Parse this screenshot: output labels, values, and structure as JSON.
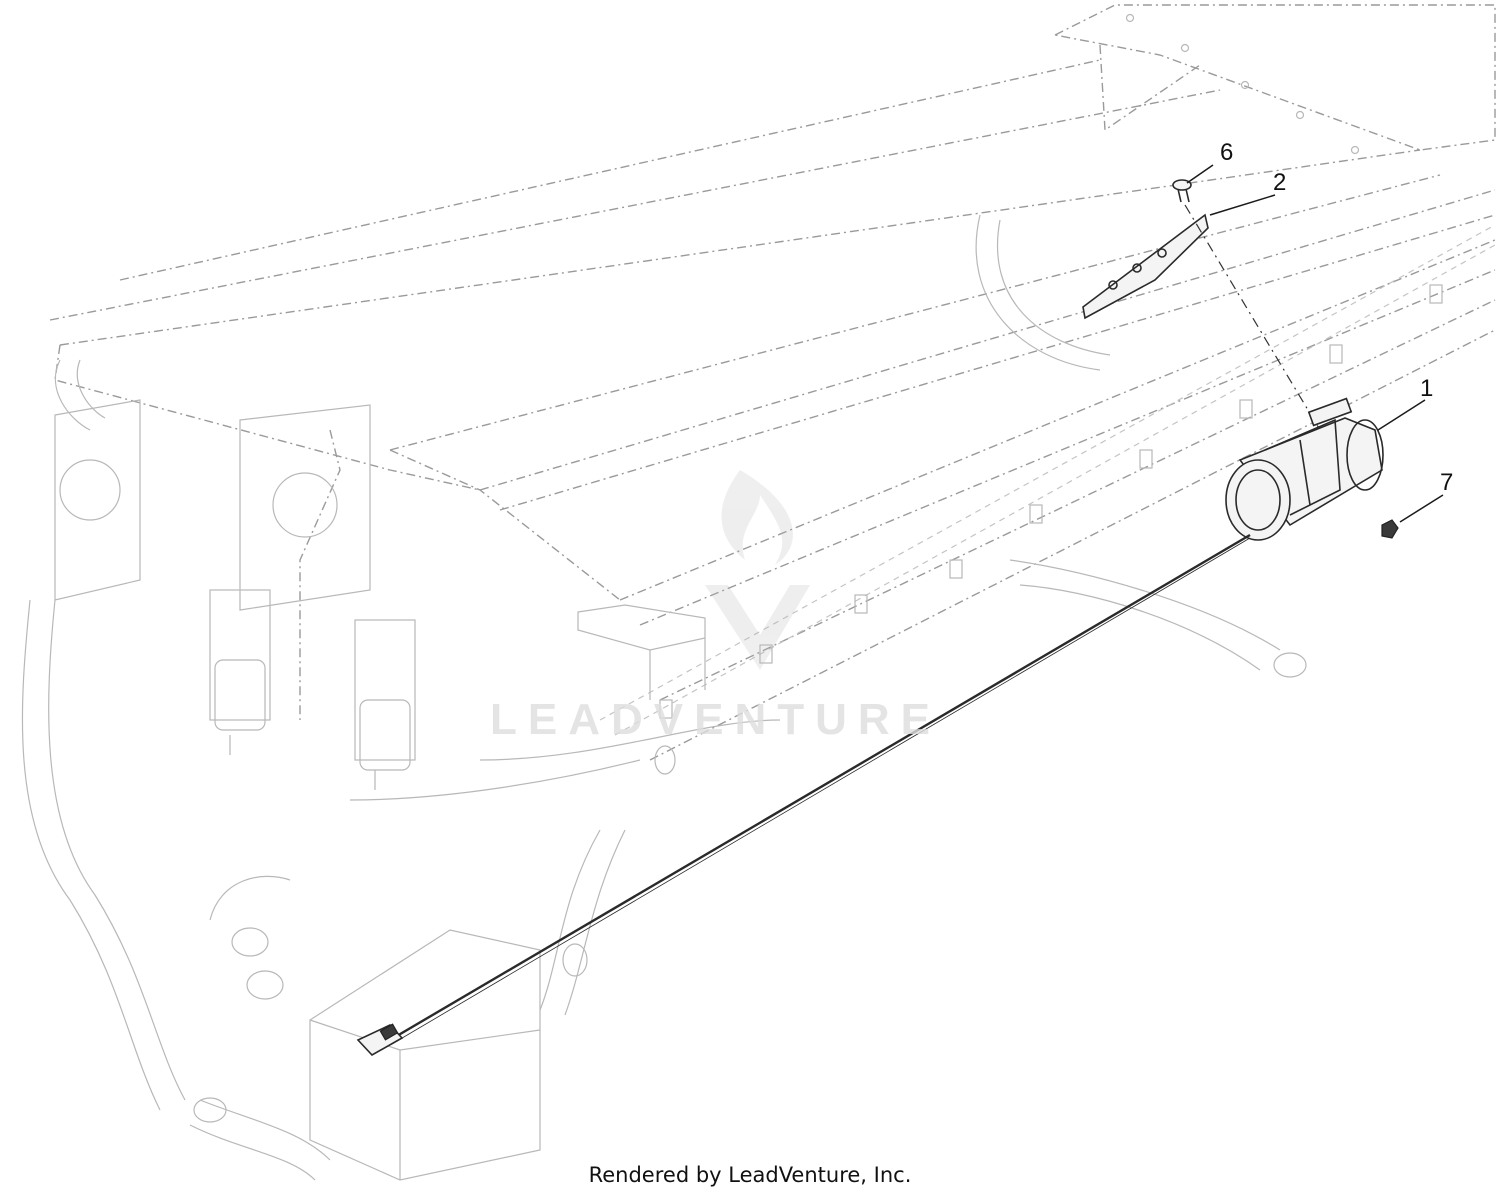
{
  "callouts": [
    {
      "label": "1",
      "target": "canister-part-1"
    },
    {
      "label": "2",
      "target": "plate-part-2"
    },
    {
      "label": "6",
      "target": "bolt-part-6"
    },
    {
      "label": "7",
      "target": "nut-part-7"
    }
  ],
  "watermark": {
    "text": "LEADVENTURE",
    "icon": "flame-logo-icon"
  },
  "footer": {
    "credit": "Rendered by LeadVenture, Inc."
  }
}
